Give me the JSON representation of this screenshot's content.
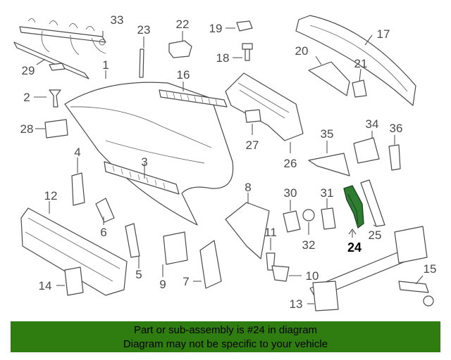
{
  "callouts": {
    "c1": "1",
    "c2": "2",
    "c3": "3",
    "c4": "4",
    "c5": "5",
    "c6": "6",
    "c7": "7",
    "c8": "8",
    "c9": "9",
    "c10": "10",
    "c11": "11",
    "c12": "12",
    "c13": "13",
    "c14": "14",
    "c15": "15",
    "c16": "16",
    "c17": "17",
    "c18": "18",
    "c19": "19",
    "c20": "20",
    "c21": "21",
    "c22": "22",
    "c23": "23",
    "c24": "24",
    "c25": "25",
    "c26": "26",
    "c27": "27",
    "c28": "28",
    "c29": "29",
    "c30": "30",
    "c31": "31",
    "c32": "32",
    "c33": "33",
    "c34": "34",
    "c35": "35",
    "c36": "36"
  },
  "highlighted_part": "24",
  "highlight_color": "#2e7d32",
  "banner": {
    "background": "#2f7d10",
    "line1": "Part or sub-assembly is #24 in diagram",
    "line2": "Diagram may not be specific to your vehicle"
  }
}
